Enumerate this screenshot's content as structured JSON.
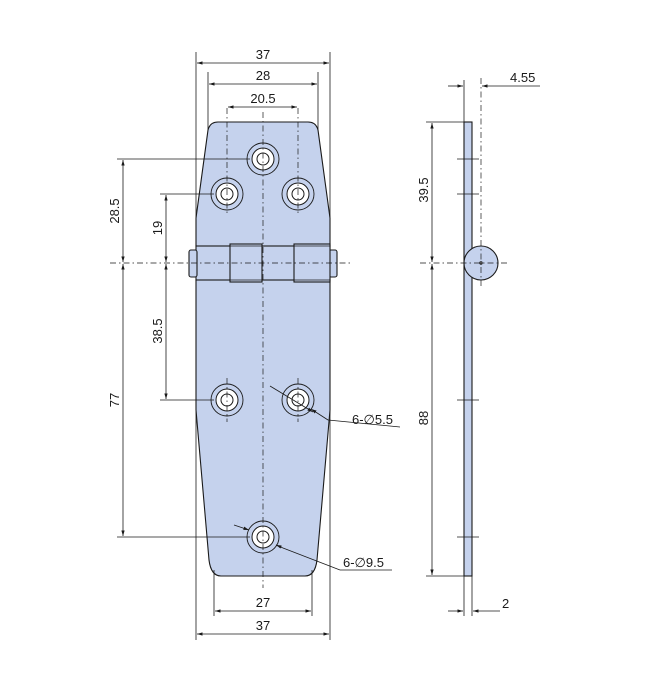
{
  "front_view": {
    "dim_top_width": "37",
    "dim_leaf_width": "28",
    "dim_hole_spacing_top": "20.5",
    "dim_upper_height": "28.5",
    "dim_upper_holes": "19",
    "dim_lower_holes": "38.5",
    "dim_lower_height": "77",
    "dim_bottom_spacing": "27",
    "dim_bottom_width": "37",
    "callout_small_holes": "6-∅5.5",
    "callout_countersink": "6-∅9.5"
  },
  "side_view": {
    "dim_offset": "4.55",
    "dim_upper_height": "39.5",
    "dim_lower_height": "88",
    "dim_thickness": "2"
  },
  "colors": {
    "plate": "#c5d2ed",
    "line": "#1a1a1a"
  }
}
